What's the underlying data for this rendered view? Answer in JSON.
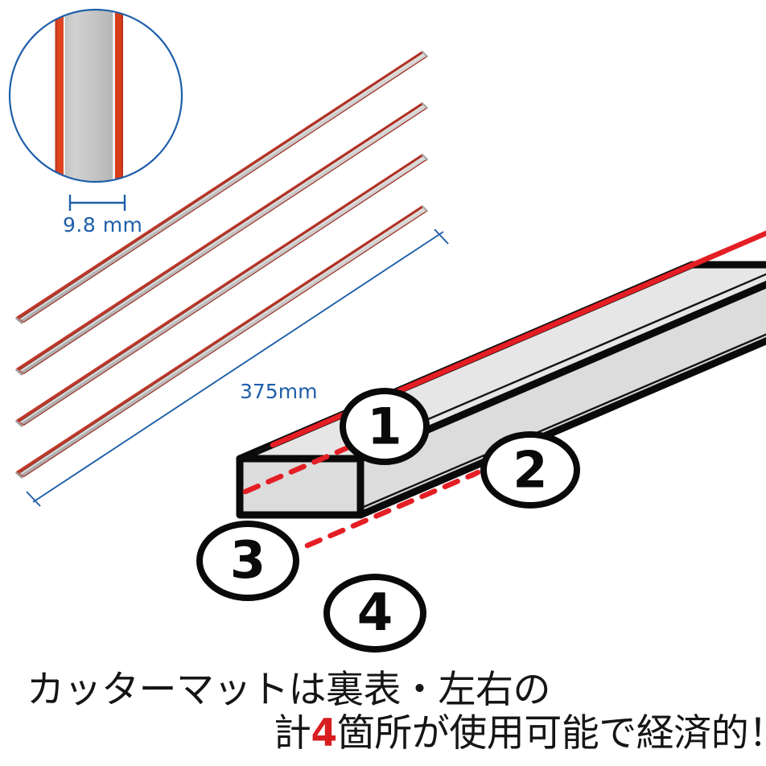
{
  "figure": {
    "title": "cutter-mat-usable-sides-diagram",
    "background_color": "#ffffff"
  },
  "magnifier": {
    "name": "strip-cross-section-magnifier",
    "circle_stroke_color": "#1f5fa9",
    "strip_core_color": "#c9c9c9",
    "strip_edge_color": "#de4420"
  },
  "dimensions": {
    "thickness": {
      "label": "9.8 mm",
      "color": "#1f5fa9"
    },
    "length": {
      "label": "375mm",
      "color": "#1f5fa9"
    }
  },
  "strips": {
    "name": "replacement-blade-strips",
    "count": 4,
    "core_color": "#c9c9c9",
    "edge_color": "#c0392b"
  },
  "mat": {
    "name": "cutter-mat-3d",
    "top_face_color": "#e6e6e6",
    "side_face_color": "#dcdcdc",
    "outline_color": "#0a0a0a",
    "groove_color": "#e31e24",
    "hidden_groove_style": "dashed"
  },
  "callouts": [
    {
      "id": "callout-1",
      "label": "1",
      "position": "top-face-front-groove"
    },
    {
      "id": "callout-2",
      "label": "2",
      "position": "top-face-rear-groove"
    },
    {
      "id": "callout-3",
      "label": "3",
      "position": "underside-front-groove"
    },
    {
      "id": "callout-4",
      "label": "4",
      "position": "underside-rear-groove"
    }
  ],
  "caption": {
    "line1": "カッターマットは裏表・左右の",
    "line2_pre": "計",
    "line2_accent": "4",
    "line2_post": "箇所が使用可能で経済的！",
    "accent_color": "#d81e20",
    "text_color": "#151515"
  }
}
